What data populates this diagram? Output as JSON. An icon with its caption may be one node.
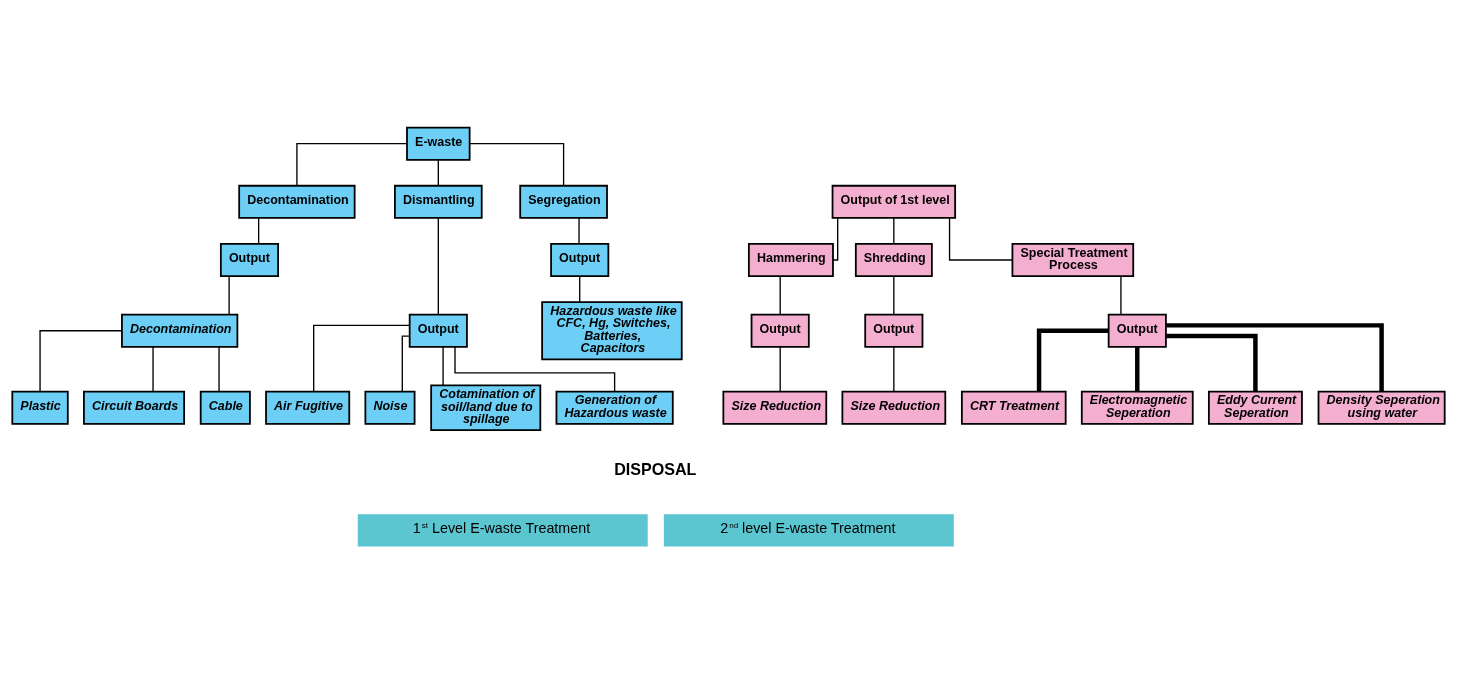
{
  "diagram": {
    "nodes": [
      {
        "text": [
          "E-waste"
        ]
      },
      {
        "text": [
          "Decontamination"
        ]
      },
      {
        "text": [
          "Dismantling"
        ]
      },
      {
        "text": [
          "Segregation"
        ]
      },
      {
        "text": [
          "Output"
        ]
      },
      {
        "text": [
          "Output"
        ]
      },
      {
        "text": [
          "Output"
        ]
      },
      {
        "text": [
          "Decontamination"
        ]
      },
      {
        "text": [
          "Plastic"
        ]
      },
      {
        "text": [
          "Circuit Boards"
        ]
      },
      {
        "text": [
          "Cable"
        ]
      },
      {
        "text": [
          "Air Fugitive"
        ]
      },
      {
        "text": [
          "Noise"
        ]
      },
      {
        "text": [
          "Cotamination of soil/land due to spillage"
        ]
      },
      {
        "text": [
          "Generation of Hazardous waste"
        ]
      },
      {
        "text": [
          "Hazardous waste like CFC, Hg, Switches, Batteries, Capacitors"
        ]
      },
      {
        "text": [
          "Output of 1st level"
        ]
      },
      {
        "text": [
          "Hammering"
        ]
      },
      {
        "text": [
          "Shredding"
        ]
      },
      {
        "text": [
          "Special Treatment Process"
        ]
      },
      {
        "text": [
          "Output"
        ]
      },
      {
        "text": [
          "Output"
        ]
      },
      {
        "text": [
          "Output"
        ]
      },
      {
        "text": [
          "Size Reduction"
        ]
      },
      {
        "text": [
          "Size Reduction"
        ]
      },
      {
        "text": [
          "CRT Treatment"
        ]
      },
      {
        "text": [
          "Electromagnetic Seperation"
        ]
      },
      {
        "text": [
          "Eddy Current Seperation"
        ]
      },
      {
        "text": [
          "Density Seperation using water"
        ]
      }
    ],
    "edges": [
      {
        "from": 0,
        "to": 1,
        "arrow": "none"
      },
      {
        "from": 0,
        "to": 2,
        "arrow": "none"
      },
      {
        "from": 0,
        "to": 3,
        "arrow": "none"
      },
      {
        "from": 1,
        "to": 4,
        "arrow": "none"
      },
      {
        "from": 2,
        "to": 5,
        "arrow": "none"
      },
      {
        "from": 3,
        "to": 6,
        "arrow": "none"
      },
      {
        "from": 4,
        "to": 7,
        "arrow": "none"
      },
      {
        "from": 7,
        "to": 8,
        "arrow": "none"
      },
      {
        "from": 7,
        "to": 9,
        "arrow": "none"
      },
      {
        "from": 7,
        "to": 10,
        "arrow": "none"
      },
      {
        "from": 5,
        "to": 11,
        "arrow": "none"
      },
      {
        "from": 5,
        "to": 12,
        "arrow": "none"
      },
      {
        "from": 5,
        "to": 13,
        "arrow": "none"
      },
      {
        "from": 5,
        "to": 14,
        "arrow": "none"
      },
      {
        "from": 6,
        "to": 15,
        "arrow": "none"
      },
      {
        "from": 16,
        "to": 17,
        "arrow": "none"
      },
      {
        "from": 16,
        "to": 18,
        "arrow": "none"
      },
      {
        "from": 16,
        "to": 19,
        "arrow": "none"
      },
      {
        "from": 17,
        "to": 20,
        "arrow": "none"
      },
      {
        "from": 18,
        "to": 21,
        "arrow": "none"
      },
      {
        "from": 19,
        "to": 22,
        "arrow": "none"
      },
      {
        "from": 20,
        "to": 23,
        "arrow": "none"
      },
      {
        "from": 21,
        "to": 24,
        "arrow": "none"
      },
      {
        "from": 22,
        "to": 25,
        "arrow": "none",
        "style": "thick"
      },
      {
        "from": 22,
        "to": 26,
        "arrow": "none",
        "style": "thick"
      },
      {
        "from": 22,
        "to": 27,
        "arrow": "none",
        "style": "thick"
      },
      {
        "from": 22,
        "to": 28,
        "arrow": "none",
        "style": "thick"
      }
    ],
    "labels": [
      "DISPOSAL",
      "1$^{st}$ Level E-waste Treatment",
      "2$^{nd}$ level E-waste Treatment"
    ]
  }
}
